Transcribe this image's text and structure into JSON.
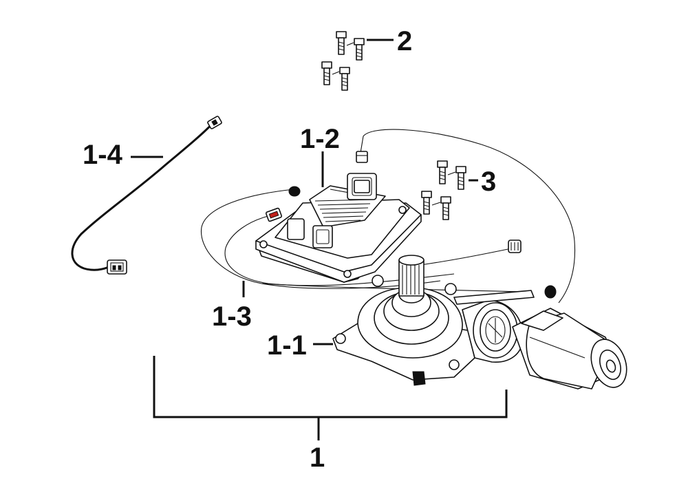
{
  "diagram": {
    "labels": {
      "main": "1",
      "gearbox": "1-1",
      "ecu": "1-2",
      "harness": "1-3",
      "sensor_cable": "1-4",
      "bolts_top": "2",
      "bolts_right": "3"
    }
  }
}
